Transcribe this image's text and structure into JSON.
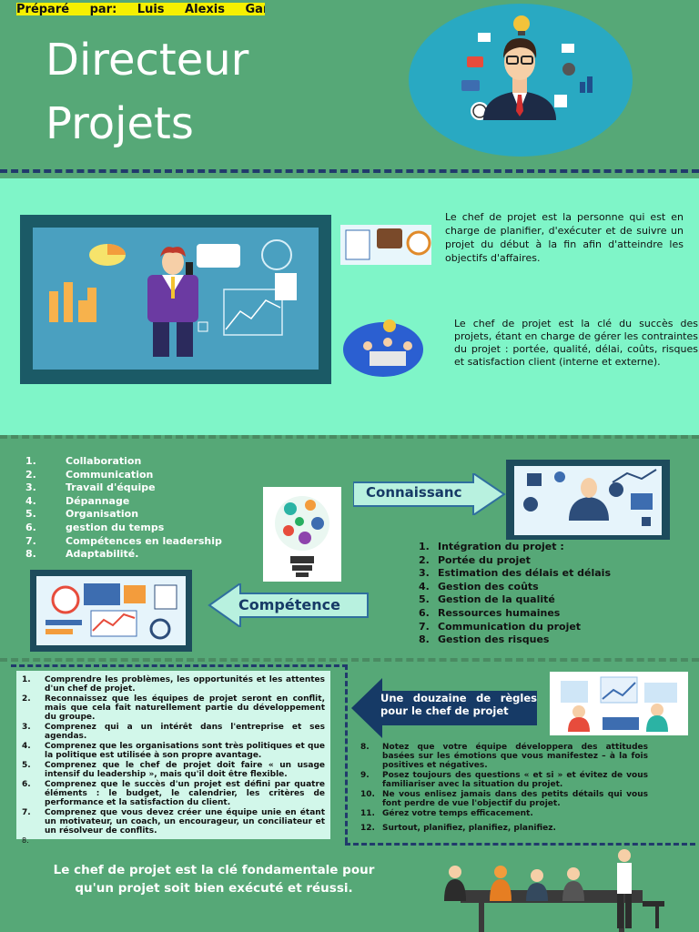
{
  "header": {
    "author": "Préparé par: Luis Alexis Garcia Pérez",
    "title_line1": "Directeur",
    "title_line2": "Projets"
  },
  "intro": {
    "para1": "Le chef de projet est la personne qui est en charge de planifier, d'exécuter et de suivre un projet du début à la fin afin d'atteindre les objectifs d'affaires.",
    "para2": "Le chef de projet est la clé du succès des projets, étant en charge de gérer les contraintes du projet : portée, qualité, délai, coûts, risques et satisfaction client (interne et externe)."
  },
  "competences": {
    "label": "Compétence",
    "items": [
      {
        "n": "1.",
        "text": "Collaboration"
      },
      {
        "n": "2.",
        "text": "Communication"
      },
      {
        "n": "3.",
        "text": "Travail d'équipe"
      },
      {
        "n": "4.",
        "text": "Dépannage"
      },
      {
        "n": "5.",
        "text": "Organisation"
      },
      {
        "n": "6.",
        "text": "gestion du temps"
      },
      {
        "n": "7.",
        "text": "Compétences en leadership"
      },
      {
        "n": "8.",
        "text": "Adaptabilité."
      }
    ]
  },
  "connaissances": {
    "label": "Connaissanc",
    "items": [
      {
        "n": "1.",
        "text": "Intégration du projet :"
      },
      {
        "n": "2.",
        "text": "Portée du projet"
      },
      {
        "n": "3.",
        "text": "Estimation des délais et délais"
      },
      {
        "n": "4.",
        "text": "Gestion des coûts"
      },
      {
        "n": "5.",
        "text": "Gestion de la qualité"
      },
      {
        "n": "6.",
        "text": "Ressources humaines"
      },
      {
        "n": "7.",
        "text": "Communication du projet"
      },
      {
        "n": "8.",
        "text": "Gestion des risques"
      }
    ]
  },
  "rules": {
    "label": "Une douzaine de règles pour le chef de projet",
    "left": [
      {
        "n": "1.",
        "text": "Comprendre les problèmes, les opportunités et les attentes d'un chef de projet."
      },
      {
        "n": "2.",
        "text": "Reconnaissez que les équipes de projet seront en conflit, mais que cela fait naturellement partie du développement du groupe."
      },
      {
        "n": "3.",
        "text": "Comprenez qui a un intérêt dans l'entreprise et ses agendas."
      },
      {
        "n": "4.",
        "text": "Comprenez que les organisations sont très politiques et que la politique est utilisée à son propre avantage."
      },
      {
        "n": "5.",
        "text": "Comprenez que le chef de projet doit faire « un usage intensif du leadership », mais qu'il doit être flexible."
      },
      {
        "n": "6.",
        "text": "Comprenez que le succès d'un projet est défini par quatre éléments : le budget, le calendrier, les critères de performance et la satisfaction du client."
      },
      {
        "n": "7.",
        "text": "Comprenez que vous devez créer une équipe unie en étant un motivateur, un coach, un encourageur, un conciliateur et un résolveur de conflits."
      },
      {
        "n": "8.",
        "text": ""
      }
    ],
    "right": [
      {
        "n": "8.",
        "text": "Notez que votre équipe développera des attitudes basées sur les émotions que vous manifestez – à la fois positives et négatives."
      },
      {
        "n": "9.",
        "text": "Posez toujours des questions « et si » et évitez de vous familiariser avec la situation du projet."
      },
      {
        "n": "10.",
        "text": "Ne vous enlisez jamais dans des petits détails qui vous font perdre de vue l'objectif du projet."
      },
      {
        "n": "11.",
        "text": "Gérez votre temps efficacement."
      },
      {
        "n": "12.",
        "text": "Surtout, planifiez, planifiez, planifiez."
      }
    ]
  },
  "footer": {
    "text": "Le chef de projet est la clé fondamentale pour qu'un projet soit bien exécuté et réussi."
  },
  "colors": {
    "background": "#56a877",
    "mint": "#7ff5c8",
    "navy": "#213a6c",
    "highlight": "#f6f000"
  }
}
